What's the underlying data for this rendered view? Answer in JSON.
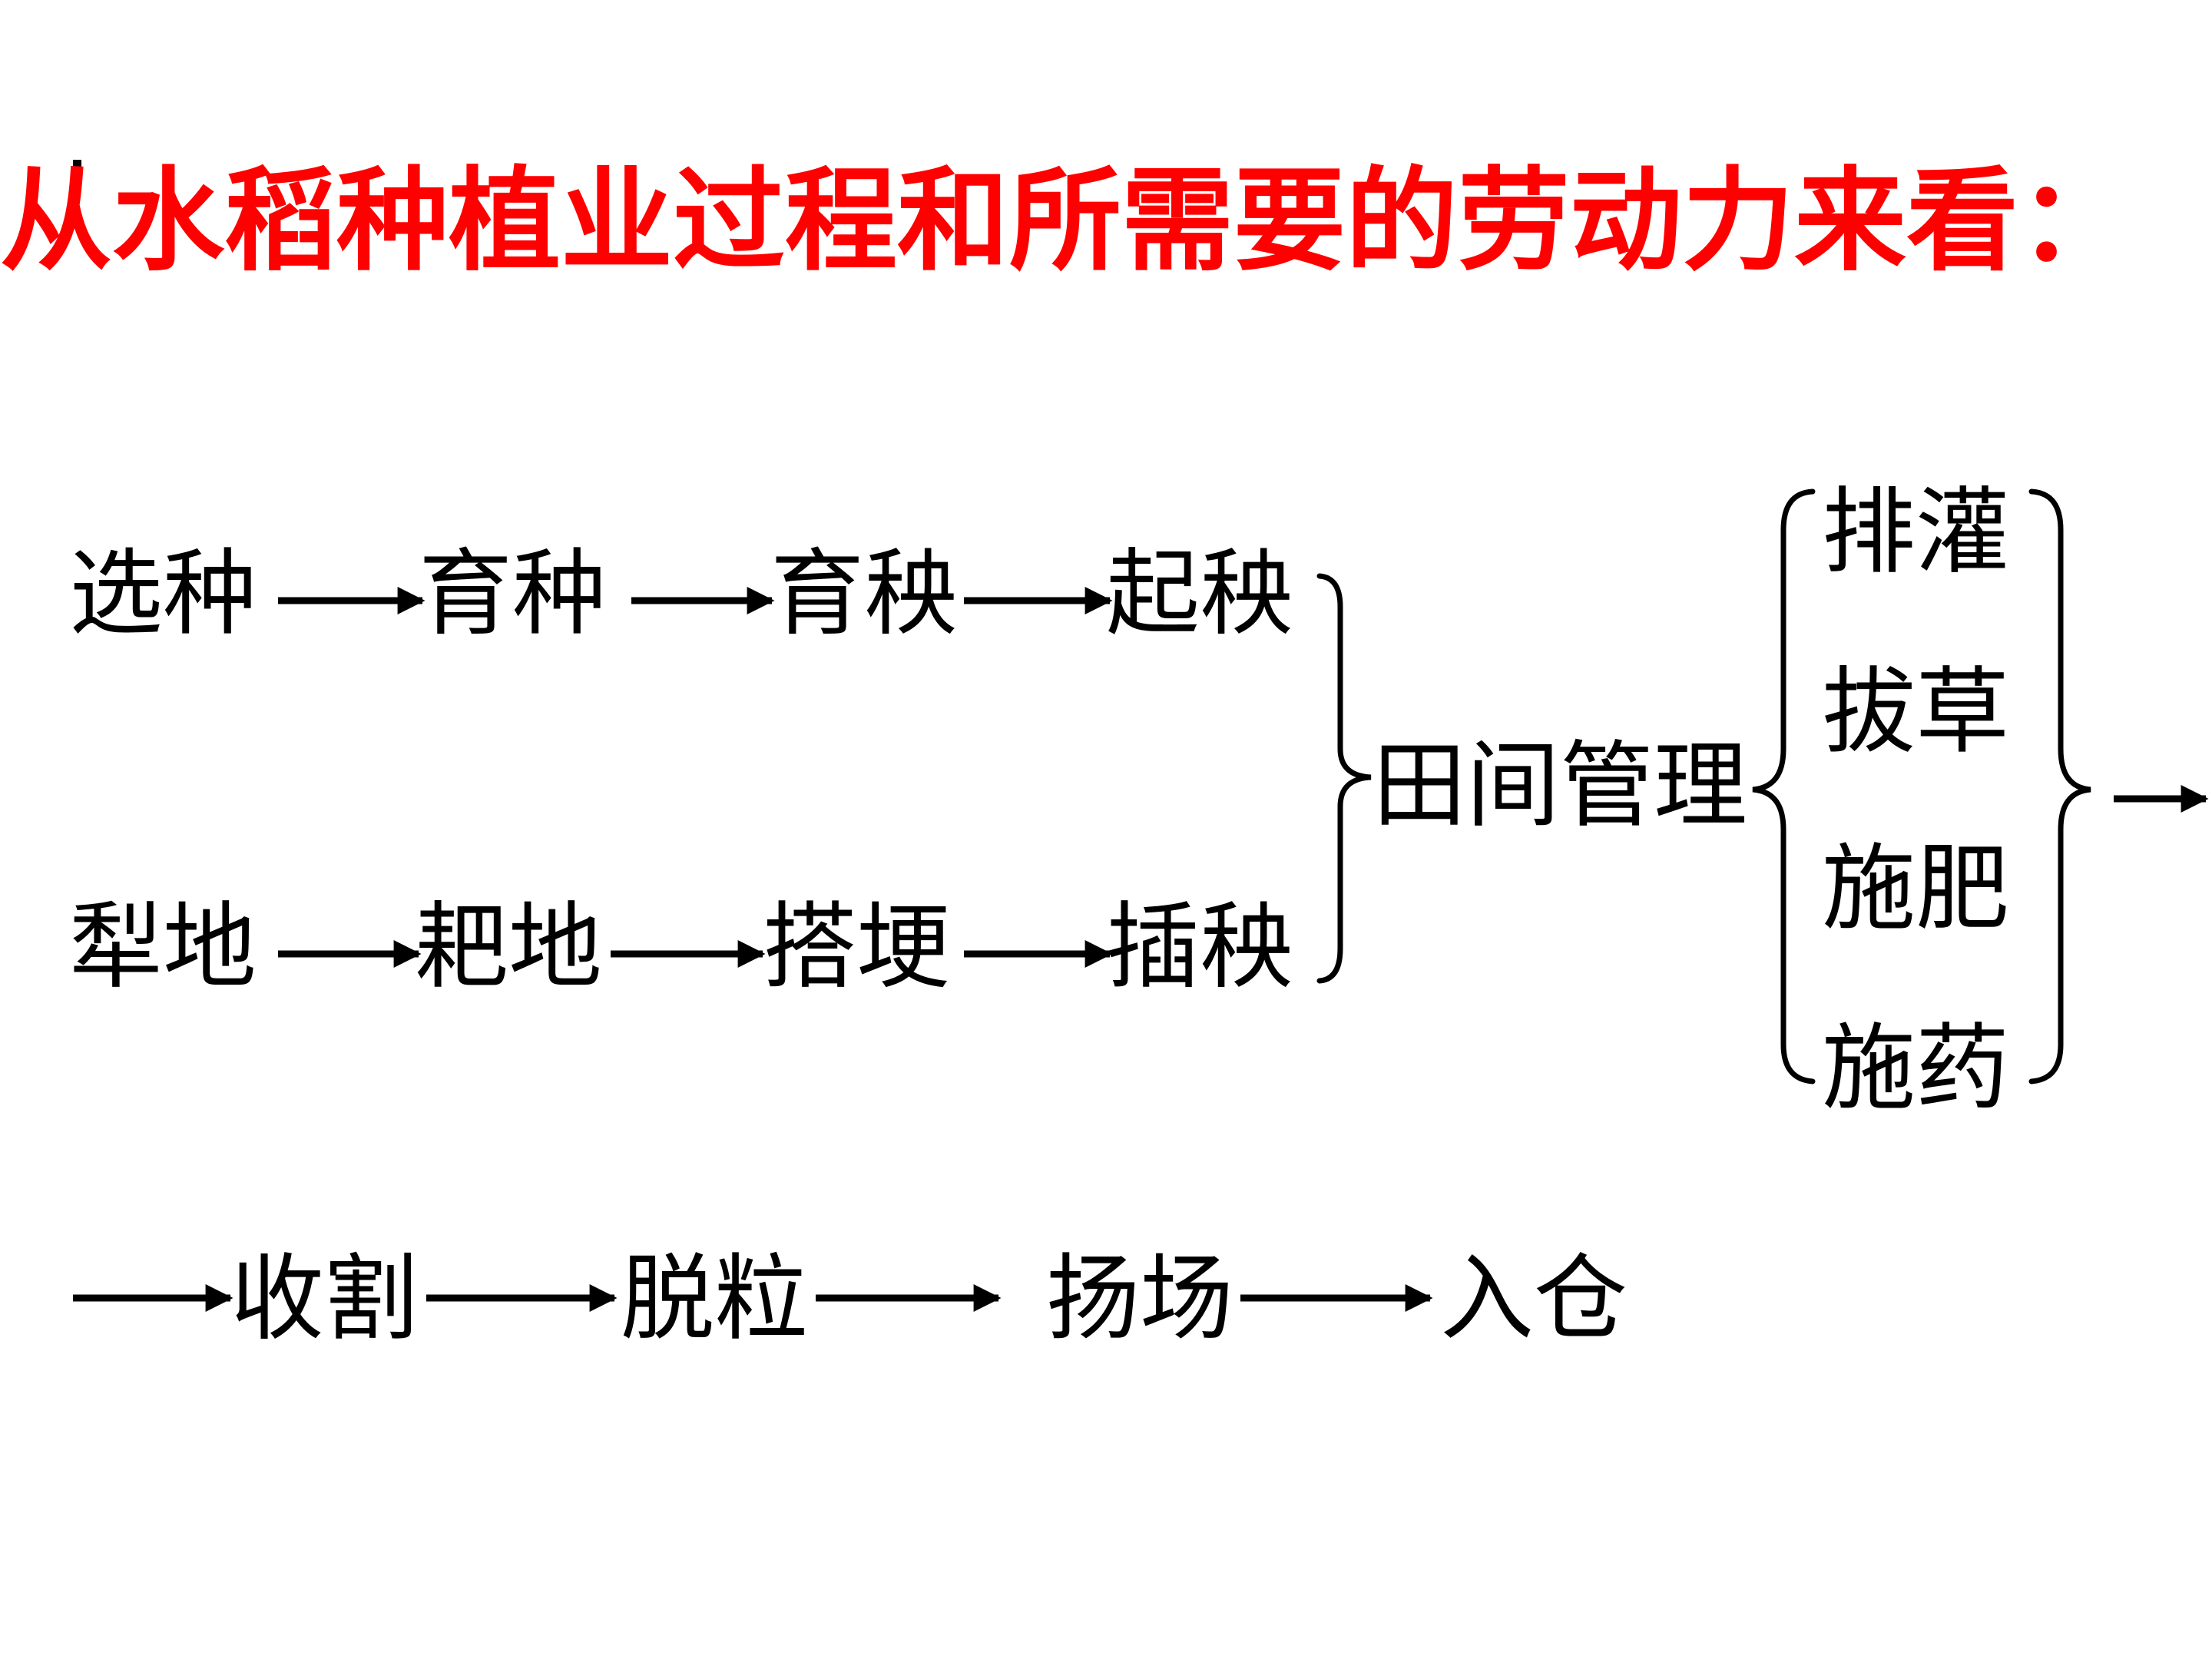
{
  "title": "从水稻种植业过程和所需要的劳动力来看：",
  "colors": {
    "title": "#ff0000",
    "text": "#000000",
    "background": "#ffffff"
  },
  "row1": [
    "选种",
    "育种",
    "育秧",
    "起秧"
  ],
  "row2": [
    "犁地",
    "耙地",
    "搭埂",
    "插秧"
  ],
  "merge": "田间管理",
  "tasks": [
    "排灌",
    "拔草",
    "施肥",
    "施药"
  ],
  "row3": [
    "收割",
    "脱粒",
    "扬场",
    "入仓"
  ]
}
